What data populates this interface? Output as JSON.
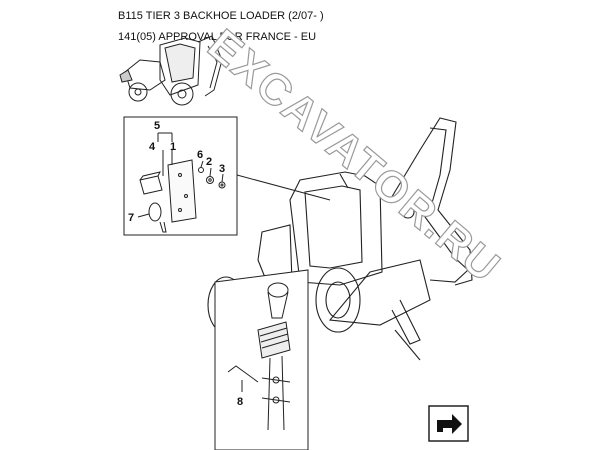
{
  "header": {
    "title": "B115 TIER 3 BACKHOE LOADER (2/07- )",
    "subtitle": "141(05) APPROVAL FOR FRANCE - EU"
  },
  "watermark": "EXCAVATOR.RU",
  "callouts": {
    "c1": "1",
    "c2": "2",
    "c3": "3",
    "c4": "4",
    "c5": "5",
    "c6": "6",
    "c7": "7",
    "c8": "8"
  },
  "icons": {
    "nav": "next-page-arrow-icon"
  },
  "colors": {
    "line": "#222222",
    "watermark_stroke": "#9a9a9a"
  }
}
